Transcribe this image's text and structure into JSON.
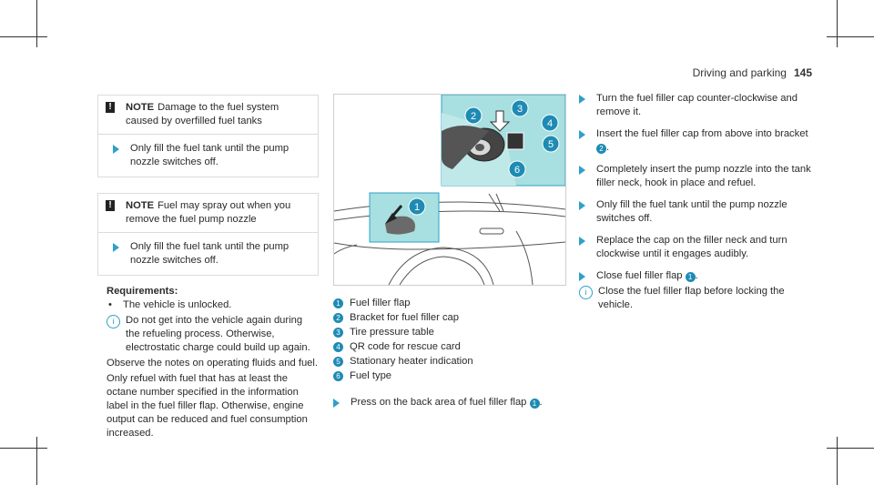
{
  "header": {
    "section": "Driving and parking",
    "page": "145"
  },
  "notes": [
    {
      "label": "NOTE",
      "title": "Damage to the fuel system caused by overfilled fuel tanks",
      "action": "Only fill the fuel tank until the pump nozzle switches off."
    },
    {
      "label": "NOTE",
      "title": "Fuel may spray out when you remove the fuel pump nozzle",
      "action": "Only fill the fuel tank until the pump nozzle switches off."
    }
  ],
  "requirements": {
    "heading": "Requirements:",
    "item": "The vehicle is unlocked.",
    "info": "Do not get into the vehicle again during the refueling process. Otherwise, electrostatic charge could build up again."
  },
  "paragraphs": [
    "Observe the notes on operating fluids and fuel.",
    "Only refuel with fuel that has at least the octane number specified in the information label in the fuel filler flap. Otherwise, engine output can be reduced and fuel consumption increased."
  ],
  "legend": [
    {
      "n": "1",
      "text": "Fuel filler flap"
    },
    {
      "n": "2",
      "text": "Bracket for fuel filler cap"
    },
    {
      "n": "3",
      "text": "Tire pressure table"
    },
    {
      "n": "4",
      "text": "QR code for rescue card"
    },
    {
      "n": "5",
      "text": "Stationary heater indication"
    },
    {
      "n": "6",
      "text": "Fuel type"
    }
  ],
  "press_step": {
    "text": "Press on the back area of fuel filler flap",
    "ref": "1",
    "end": "."
  },
  "steps": [
    "Turn the fuel filler cap counter-clockwise and remove it.",
    "Insert the fuel filler cap from above into bracket",
    "Completely insert the pump nozzle into the tank filler neck, hook in place and refuel.",
    "Only fill the fuel tank until the pump nozzle switches off.",
    "Replace the cap on the filler neck and turn clockwise until it engages audibly.",
    "Close fuel filler flap"
  ],
  "step2_ref": "2",
  "step6_ref": "1",
  "final_info": "Close the fuel filler flap before locking the vehicle.",
  "callouts": [
    "1",
    "2",
    "3",
    "4",
    "5",
    "6"
  ],
  "colors": {
    "accent": "#2fa0c8",
    "callout": "#1e8bb4",
    "highlight": "#a8dfe0"
  },
  "icons": {
    "warning": "!",
    "info": "i"
  }
}
